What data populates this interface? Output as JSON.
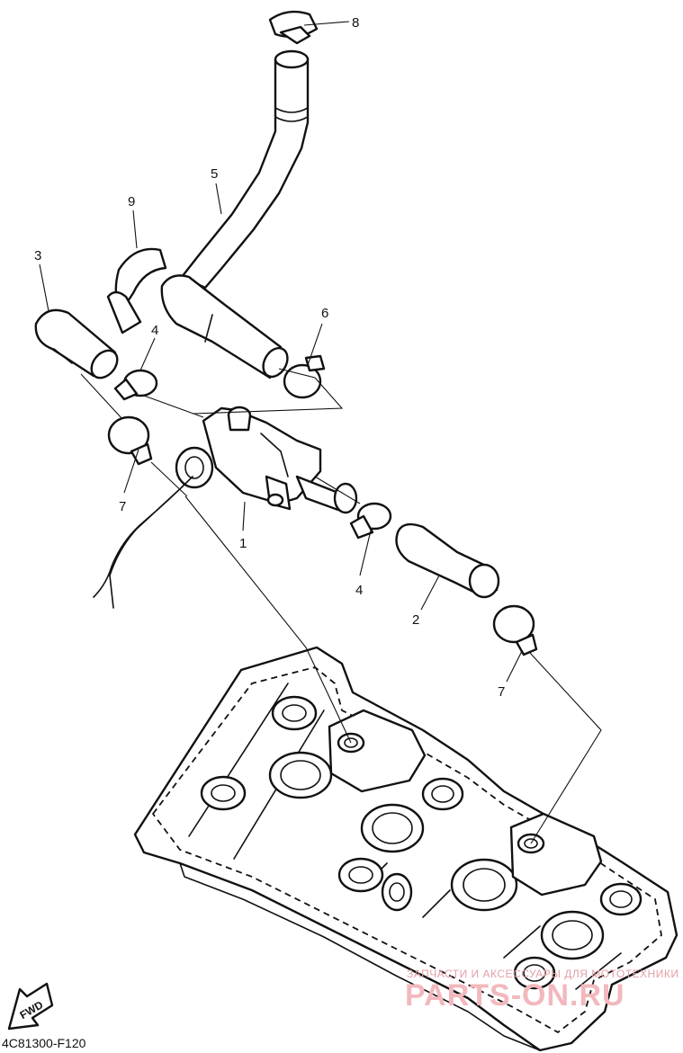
{
  "diagram": {
    "drawing_code": "4C81300-F120",
    "direction_marker": "FWD",
    "watermark": {
      "line1": "ЗАПЧАСТИ И АКСЕССУАРЫ ДЛЯ МОТОТЕХНИКИ",
      "line2": "PARTS-ON.RU"
    },
    "callouts": [
      {
        "id": "c1",
        "label": "1",
        "part": "air-cut-valve"
      },
      {
        "id": "c2",
        "label": "2",
        "part": "hose-2"
      },
      {
        "id": "c3",
        "label": "3",
        "part": "hose-3"
      },
      {
        "id": "c4a",
        "label": "4",
        "part": "clip-4-left"
      },
      {
        "id": "c4b",
        "label": "4",
        "part": "clip-4-right"
      },
      {
        "id": "c5",
        "label": "5",
        "part": "air-induction-pipe"
      },
      {
        "id": "c6",
        "label": "6",
        "part": "clip-6"
      },
      {
        "id": "c7a",
        "label": "7",
        "part": "clip-7-left"
      },
      {
        "id": "c7b",
        "label": "7",
        "part": "clip-7-right"
      },
      {
        "id": "c8",
        "label": "8",
        "part": "clip-8"
      },
      {
        "id": "c9",
        "label": "9",
        "part": "holder-9"
      }
    ]
  }
}
